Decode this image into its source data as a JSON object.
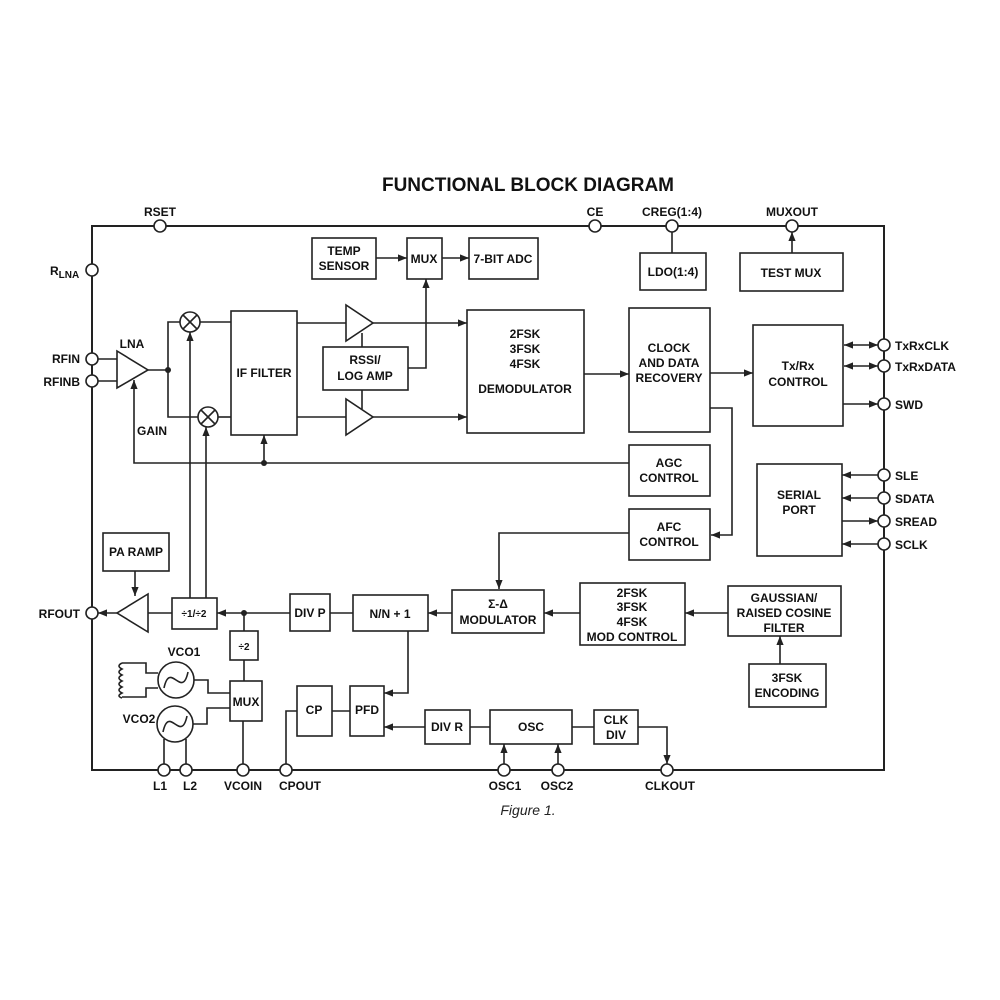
{
  "title": "FUNCTIONAL BLOCK DIAGRAM",
  "caption": "Figure 1.",
  "pins": {
    "rset": "RSET",
    "rlna": "R",
    "rlna_sub": "LNA",
    "ce": "CE",
    "creg": "CREG(1:4)",
    "muxout": "MUXOUT",
    "rfin": "RFIN",
    "rfinb": "RFINB",
    "rfout": "RFOUT",
    "txrxclk": "TxRxCLK",
    "txrxdata": "TxRxDATA",
    "swd": "SWD",
    "sle": "SLE",
    "sdata": "SDATA",
    "sread": "SREAD",
    "sclk": "SCLK",
    "l1": "L1",
    "l2": "L2",
    "vcoin": "VCOIN",
    "cpout": "CPOUT",
    "osc1": "OSC1",
    "osc2": "OSC2",
    "clkout": "CLKOUT"
  },
  "blocks": {
    "temp_sensor": [
      "TEMP",
      "SENSOR"
    ],
    "mux_top": "MUX",
    "adc": "7-BIT ADC",
    "ldo": "LDO(1:4)",
    "test_mux": "TEST MUX",
    "lna": "LNA",
    "gain": "GAIN",
    "if_filter": "IF FILTER",
    "rssi": [
      "RSSI/",
      "LOG AMP"
    ],
    "demod": [
      "2FSK",
      "3FSK",
      "4FSK",
      "DEMODULATOR"
    ],
    "cdr": [
      "CLOCK",
      "AND DATA",
      "RECOVERY"
    ],
    "txrx": [
      "Tx/Rx",
      "CONTROL"
    ],
    "agc": [
      "AGC",
      "CONTROL"
    ],
    "afc": [
      "AFC",
      "CONTROL"
    ],
    "serial": [
      "SERIAL",
      "PORT"
    ],
    "pa_ramp": "PA RAMP",
    "div12": "÷1/÷2",
    "div2": "÷2",
    "div_p": "DIV P",
    "nn1": "N/N + 1",
    "sigma_delta": [
      "Σ-Δ",
      "MODULATOR"
    ],
    "mod_control": [
      "2FSK",
      "3FSK",
      "4FSK",
      "MOD CONTROL"
    ],
    "gauss": [
      "GAUSSIAN/",
      "RAISED COSINE",
      "FILTER"
    ],
    "enc3fsk": [
      "3FSK",
      "ENCODING"
    ],
    "vco1": "VCO1",
    "vco2": "VCO2",
    "mux_vco": "MUX",
    "cp": "CP",
    "pfd": "PFD",
    "div_r": "DIV R",
    "osc": "OSC",
    "clkdiv": [
      "CLK",
      "DIV"
    ]
  }
}
